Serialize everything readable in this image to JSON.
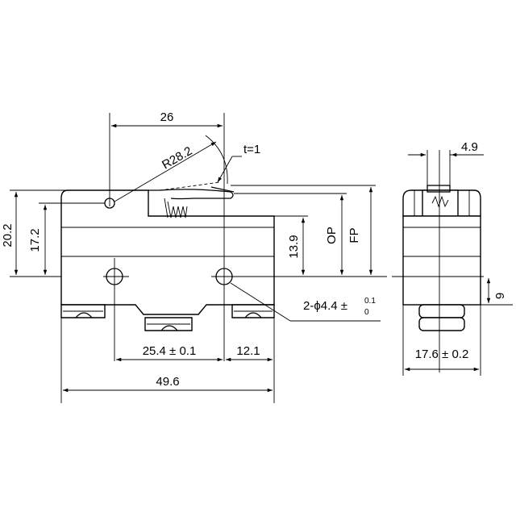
{
  "dimensions": {
    "lever_span": "26",
    "lever_radius": "R28.2",
    "lever_thickness": "t=1",
    "total_height": "20.2",
    "body_height": "17.2",
    "op_height": "13.9",
    "op_label": "OP",
    "fp_label": "FP",
    "hole_spacing": "25.4 ± 0.1",
    "hole_offset": "12.1",
    "body_length": "49.6",
    "hole_spec": "2-ϕ4.4 ±",
    "hole_tol_upper": "0.1",
    "hole_tol_lower": "0",
    "plunger_width": "4.9",
    "terminal_height": "9",
    "body_width": "17.6 ± 0.2"
  },
  "colors": {
    "line": "#000000",
    "background": "#ffffff"
  }
}
